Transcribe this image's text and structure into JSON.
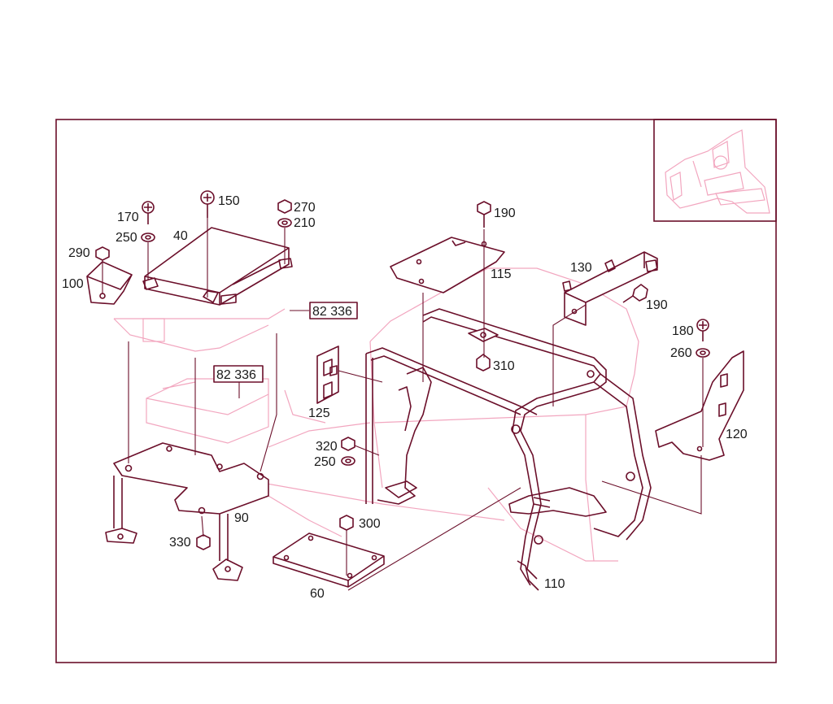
{
  "colors": {
    "line": "#6b0f2a",
    "ghost": "#f2a6bf",
    "text": "#1a1a1a",
    "background": "#ffffff"
  },
  "callouts": {
    "p170": "170",
    "p150": "150",
    "p270": "270",
    "p210": "210",
    "p250a": "250",
    "p40": "40",
    "p290": "290",
    "p100": "100",
    "p190a": "190",
    "p115": "115",
    "p130": "130",
    "p190b": "190",
    "p180": "180",
    "p260": "260",
    "p310": "310",
    "p125": "125",
    "p120": "120",
    "p320": "320",
    "p250b": "250",
    "p90": "90",
    "p330": "330",
    "p300": "300",
    "p60": "60",
    "p110": "110"
  },
  "ref_boxes": {
    "upper": "82 336",
    "lower": "82 336"
  },
  "icons": [
    "screw-icon",
    "nut-icon",
    "washer-icon",
    "vehicle-locator-thumbnail"
  ]
}
